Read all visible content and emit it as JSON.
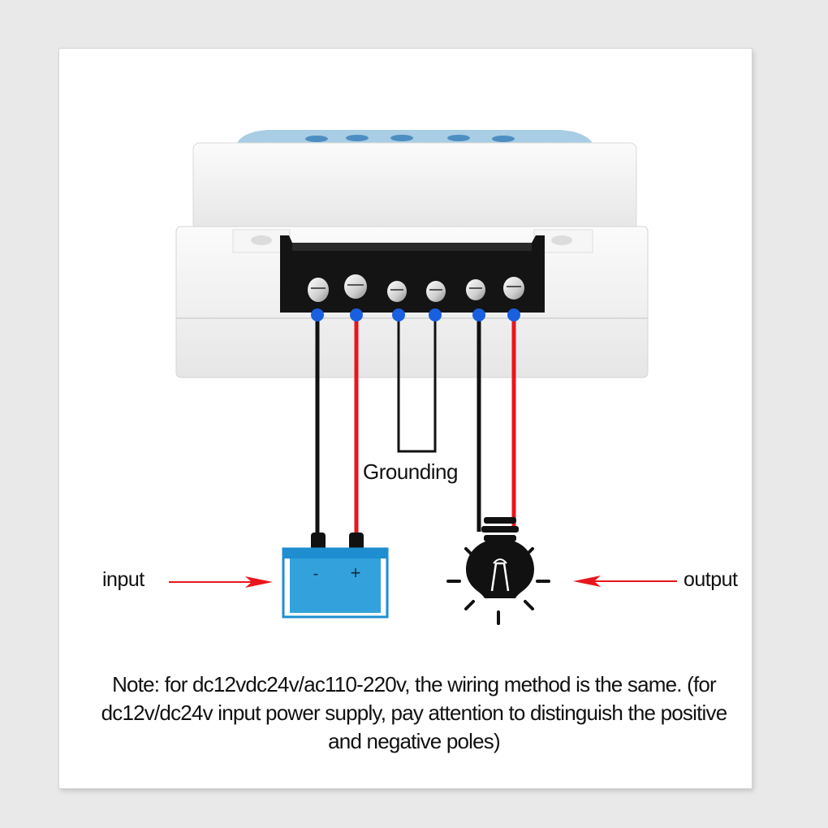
{
  "labels": {
    "input": "input",
    "output": "output",
    "grounding": "Grounding"
  },
  "battery": {
    "minus": "-",
    "plus": "+"
  },
  "note": "Note: for dc12vdc24v/ac110-220v, the wiring method is the same. (for dc12v/dc24v input power supply, pay attention to distinguish the positive and negative poles)",
  "colors": {
    "wire_negative": "#111111",
    "wire_positive": "#e8161c",
    "terminal_dot": "#1a5fe0",
    "arrow": "#e8161c",
    "battery_fill": "#33a2dc",
    "device_body": "#f2f2f2",
    "terminal_block": "#141414"
  }
}
